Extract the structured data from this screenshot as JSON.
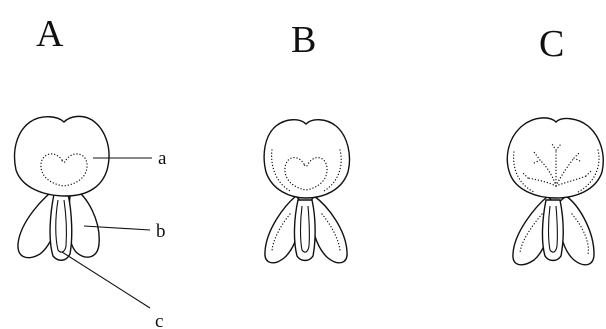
{
  "panels": [
    {
      "letter": "A"
    },
    {
      "letter": "B"
    },
    {
      "letter": "C"
    }
  ],
  "part_labels": {
    "a": "a",
    "b": "b",
    "c": "c"
  },
  "colors": {
    "ink": "#111111",
    "background": "#ffffff"
  }
}
